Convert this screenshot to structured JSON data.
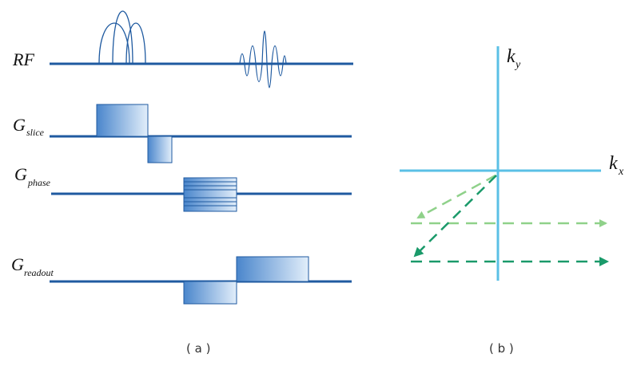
{
  "panel_a": {
    "caption": "( a )",
    "rows": [
      {
        "label_main": "RF",
        "label_sub": ""
      },
      {
        "label_main": "G",
        "label_sub": "slice"
      },
      {
        "label_main": "G",
        "label_sub": "phase"
      },
      {
        "label_main": "G",
        "label_sub": "readout"
      }
    ]
  },
  "panel_b": {
    "caption": "( b )",
    "ky_main": "k",
    "ky_sub": "y",
    "kx_main": "k",
    "kx_sub": "x"
  },
  "colors": {
    "line": "#1f5aa0",
    "gradient_dark": "#4a86cc",
    "gradient_light": "#e2eefa",
    "axis": "#5bc0e6",
    "arrow_light": "#8fd18a",
    "arrow_dark": "#1a9a6a"
  }
}
